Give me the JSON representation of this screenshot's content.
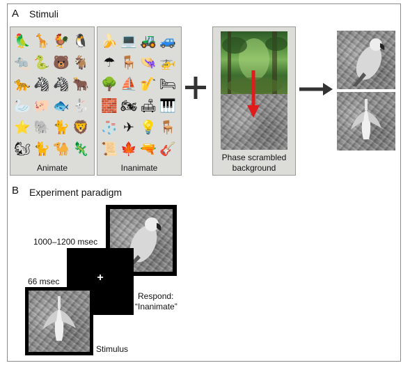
{
  "panel_a": {
    "letter": "A",
    "title": "Stimuli",
    "animate_label": "Animate",
    "inanimate_label": "Inanimate",
    "plus": "+",
    "scramble_caption": "Phase scrambled\nbackground",
    "animate_icons": [
      "🦜",
      "🦒",
      "🐓",
      "🐧",
      "🐀",
      "🐍",
      "🐻",
      "🐐",
      "🐆",
      "🦓",
      "🦓",
      "🐂",
      "🦢",
      "🐖",
      "🐟",
      "🐇",
      "⭐",
      "🐘",
      "🐈",
      "🦁",
      "🐿",
      "🐈",
      "🐪",
      "🦎"
    ],
    "inanimate_icons": [
      "🍌",
      "💻",
      "🚜",
      "🚙",
      "☂",
      "🪑",
      "👒",
      "🚁",
      "🌳",
      "⛵",
      "🎷",
      "🛏",
      "🧱",
      "🏍",
      "🛋",
      "🎹",
      "🧦",
      "✈",
      "💡",
      "🪑",
      "📜",
      "🍁",
      "🔫",
      "🎸"
    ]
  },
  "panel_b": {
    "letter": "B",
    "title": "Experiment paradigm",
    "isi_label": "1000–1200 msec",
    "stim_duration_label": "66 msec",
    "fixation": "+",
    "respond_label": "Respond:",
    "respond_value": "“Inanimate”",
    "stimulus_label": "Stimulus"
  },
  "colors": {
    "box_fill": "#dcdcd8",
    "red_arrow": "#e01b1b",
    "jungle": "#3f7b34"
  }
}
